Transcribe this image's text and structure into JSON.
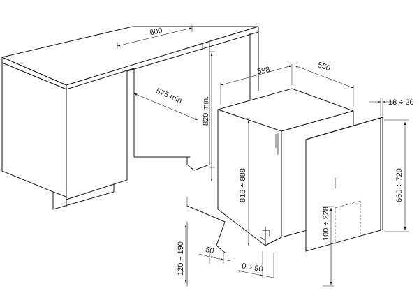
{
  "dimensions": {
    "worktop_depth": "600",
    "niche_depth": "575 min.",
    "niche_height": "820 min.",
    "appliance_width": "598",
    "appliance_depth": "550",
    "appliance_height": "818 ÷ 888",
    "door_thickness": "18 ÷ 20",
    "door_height": "660 ÷ 720",
    "door_gap": "100 ÷ 228",
    "plinth_height": "120 ÷ 190",
    "plinth_depth": "50",
    "plinth_offset": "0 ÷ 90"
  }
}
